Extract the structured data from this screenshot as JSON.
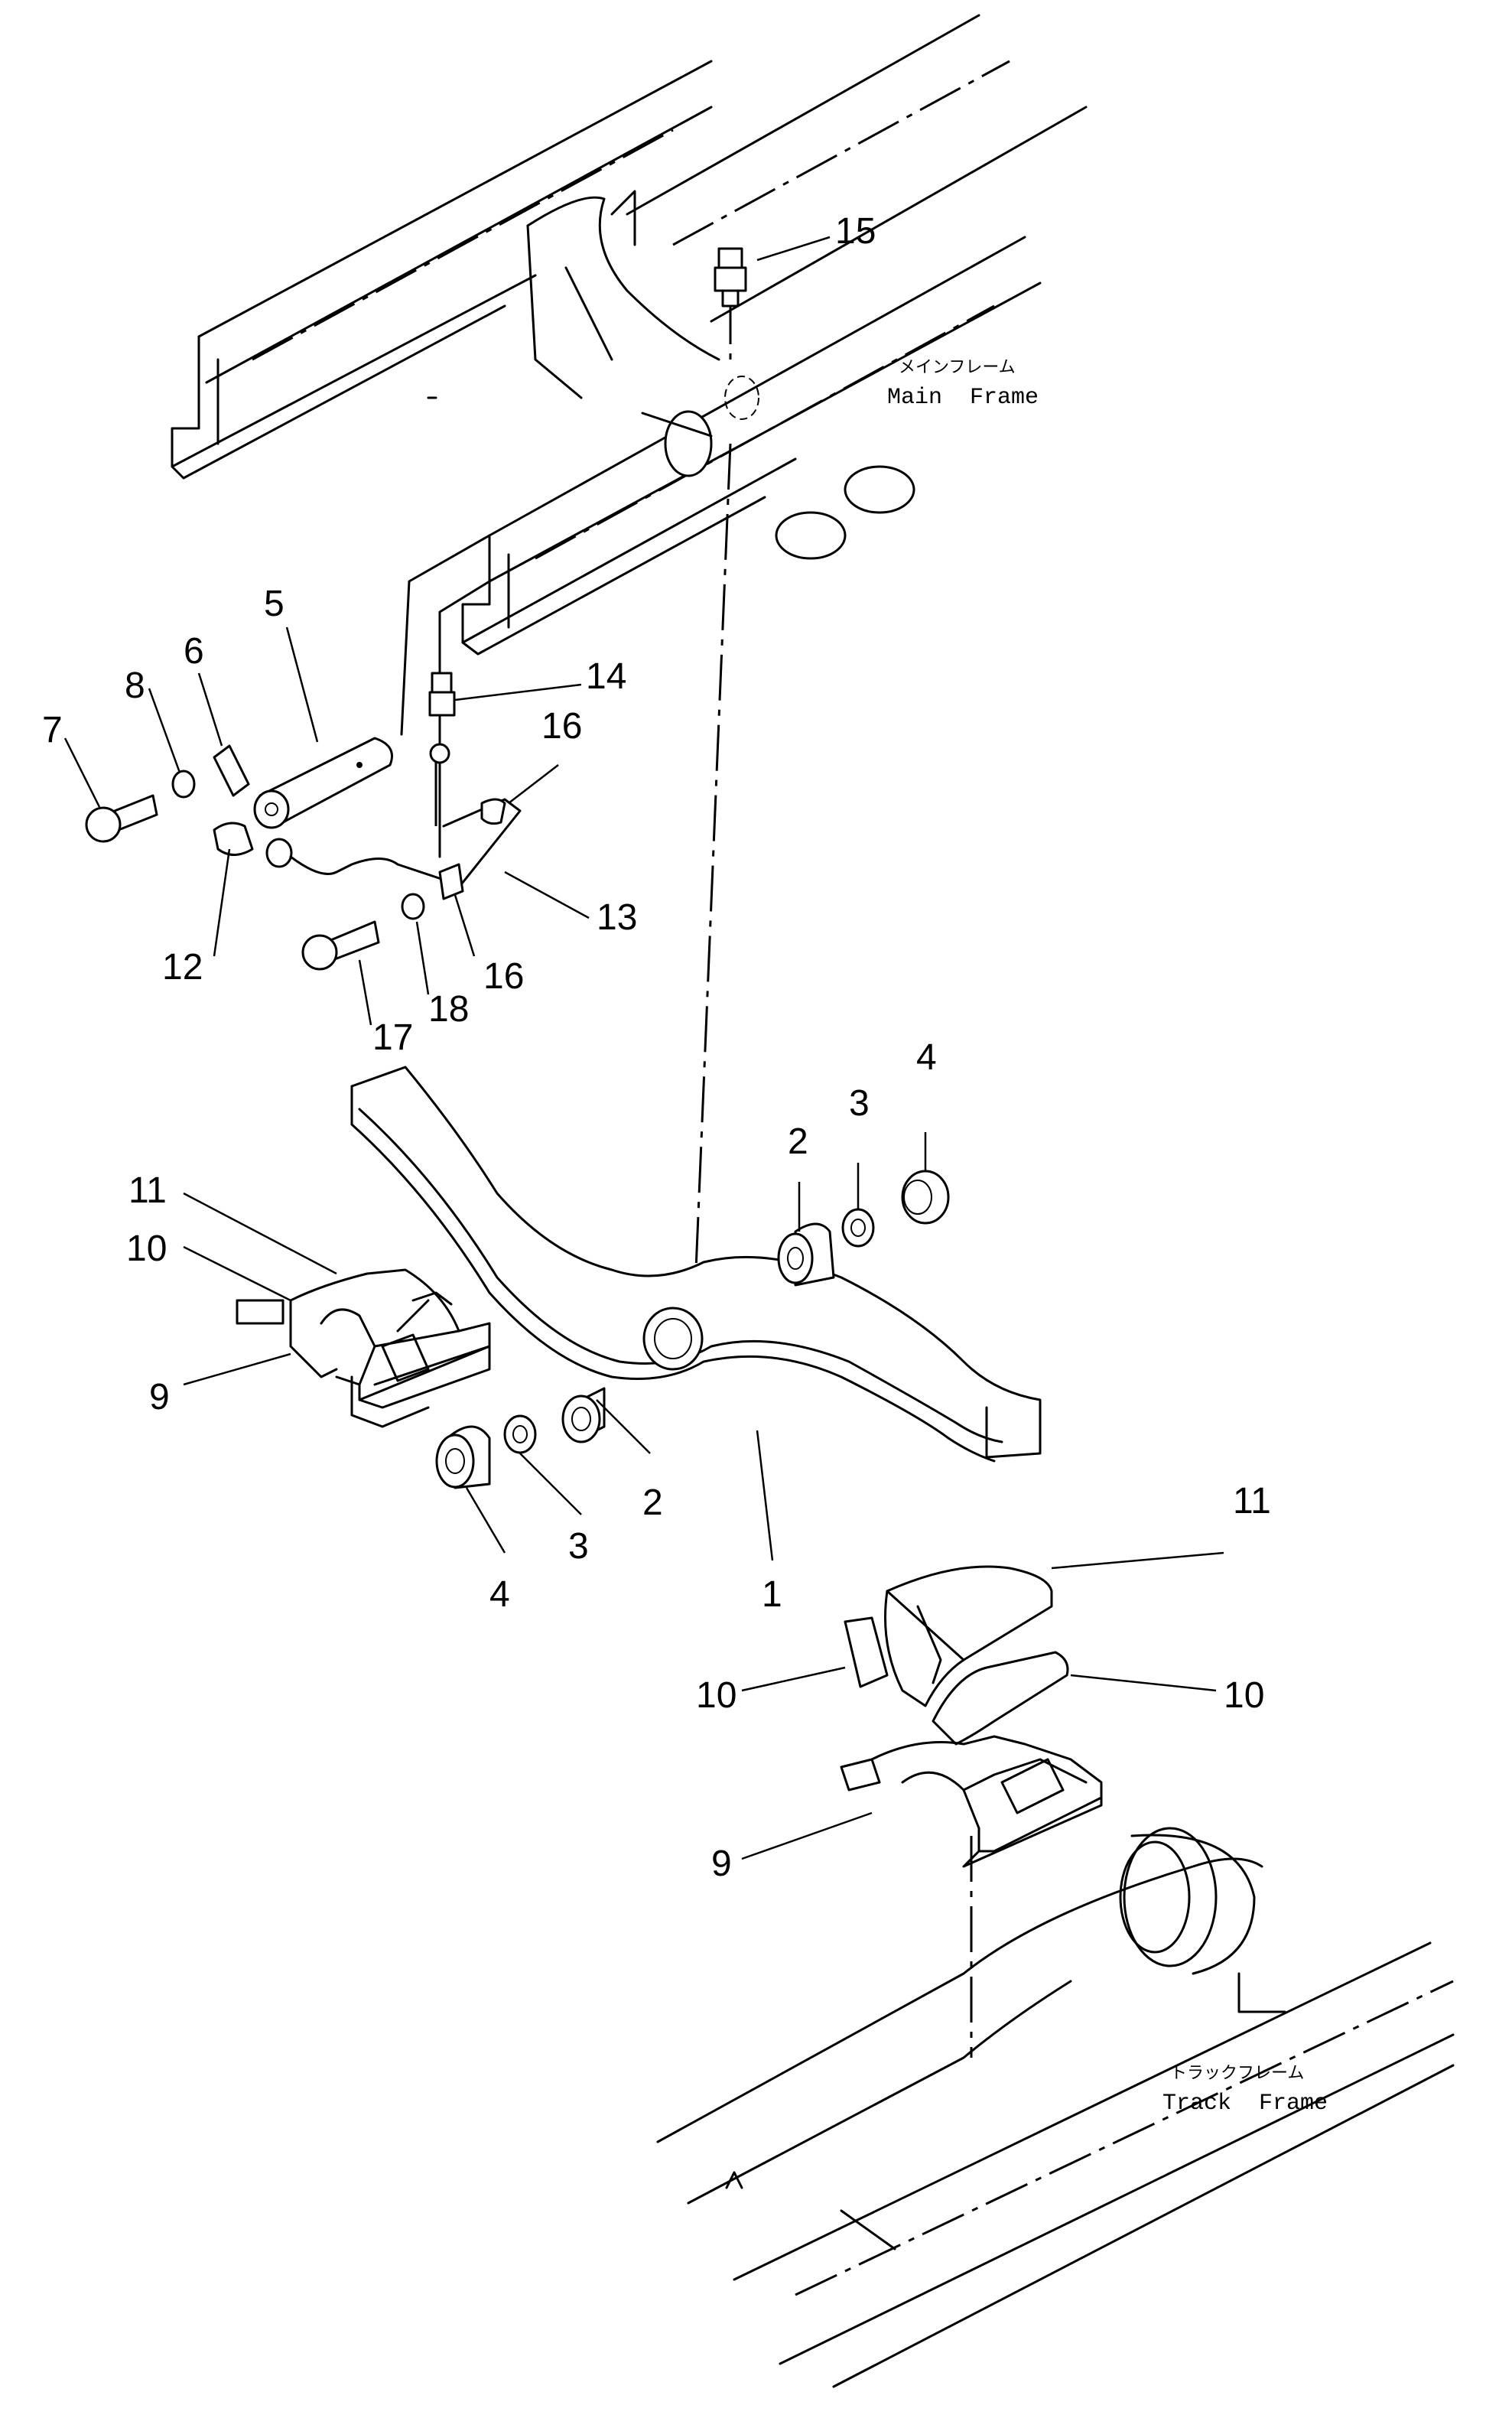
{
  "diagram": {
    "labels": {
      "main_frame_jp": "メインフレーム",
      "main_frame_en": "Main  Frame",
      "track_frame_jp": "トラックフレーム",
      "track_frame_en": "Track  Frame"
    },
    "callouts": {
      "c1": "1",
      "c2a": "2",
      "c2b": "2",
      "c3a": "3",
      "c3b": "3",
      "c4a": "4",
      "c4b": "4",
      "c5": "5",
      "c6": "6",
      "c7": "7",
      "c8": "8",
      "c9a": "9",
      "c9b": "9",
      "c10a": "10",
      "c10b": "10",
      "c10c": "10",
      "c11a": "11",
      "c11b": "11",
      "c12": "12",
      "c13": "13",
      "c14": "14",
      "c15": "15",
      "c16a": "16",
      "c16b": "16",
      "c17": "17",
      "c18": "18"
    }
  }
}
